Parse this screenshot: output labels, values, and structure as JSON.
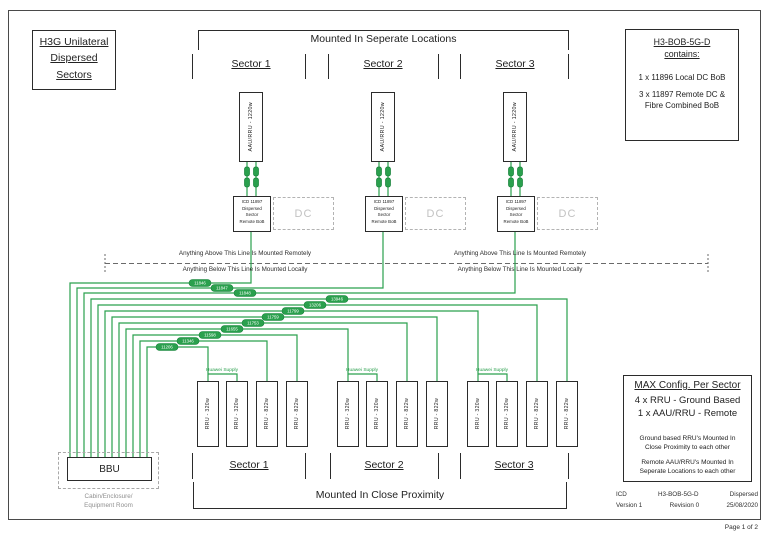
{
  "page": {
    "label": "Page 1 of 2"
  },
  "title_box": {
    "line1": "H3G Unilateral",
    "line2": "Dispersed",
    "line3": "Sectors"
  },
  "contains_box": {
    "title1": "H3-BOB-5G-D",
    "title2": "contains:",
    "item1": "1 x 11896 Local DC BoB",
    "item2": "3 x 11897 Remote DC & Fibre Combined BoB"
  },
  "top_section": {
    "header": "Mounted In Seperate Locations",
    "sector1": "Sector 1",
    "sector2": "Sector 2",
    "sector3": "Sector 3",
    "aau_label": "AAU/RRU - 1220w",
    "icd_line1": "ICD 11897",
    "icd_line2": "Dispersed",
    "icd_line3": "Sector",
    "icd_line4": "Remote BoB",
    "dc_label": "DC"
  },
  "separator": {
    "above": "Anything Above This Line Is Mounted Remotely",
    "below": "Anything Below This Line Is Mounted Locally"
  },
  "cables": {
    "supply_label": "Huawei Supply",
    "labels": [
      "11846",
      "11847",
      "11848",
      "13946",
      "13206",
      "11799",
      "11759",
      "11753",
      "11655",
      "11598",
      "11346",
      "11206"
    ]
  },
  "bottom_section": {
    "sector1": "Sector 1",
    "sector2": "Sector 2",
    "sector3": "Sector 3",
    "rru_small": "RRU - 320w",
    "rru_large": "RRU - 822w",
    "footer": "Mounted In Close Proximity",
    "bbu_label": "BBU",
    "room_line1": "Cabin/Enclosure/",
    "room_line2": "Equipment Room"
  },
  "max_box": {
    "title": "MAX Config. Per Sector",
    "line1": "4 x RRU - Ground Based",
    "line2": "1 x AAU/RRU - Remote",
    "note1": "Ground based RRU's Mounted In Close Proximity to each other",
    "note2": "Remote AAU/RRU's Mounted In Seperate Locations to each other"
  },
  "footer_block": {
    "c1r1": "ICD",
    "c2r1": "H3-BOB-5G-D",
    "c3r1": "Dispersed",
    "c1r2": "Version 1",
    "c2r2": "Revision 0",
    "c3r2": "25/08/2020"
  },
  "colors": {
    "cable_green": "#2aa04d",
    "muted_gray": "#b3b3b3"
  }
}
